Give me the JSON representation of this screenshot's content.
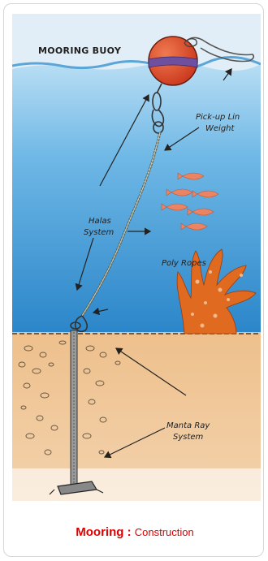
{
  "labels": {
    "mooring_buoy": "MOORING BUOY",
    "pickup_line_1": "Pick-up Lin",
    "pickup_line_2": "Weight",
    "halas_1": "Halas",
    "halas_2": "System",
    "poly_ropes": "Poly Ropes",
    "manta_1": "Manta Ray",
    "manta_2": "System"
  },
  "caption": {
    "strong": "Mooring",
    "separator": " : ",
    "rest": "Construction"
  },
  "colors": {
    "sky": "#cfe3f1",
    "water_top": "#a9d4ef",
    "water_bottom": "#2f8fd0",
    "seabed": "#e9b985",
    "buoy": "#e0502a",
    "buoy_band": "#7050a0",
    "coral": "#e06a1f",
    "fish": "#e77b5c",
    "caption_red": "#e00000"
  }
}
